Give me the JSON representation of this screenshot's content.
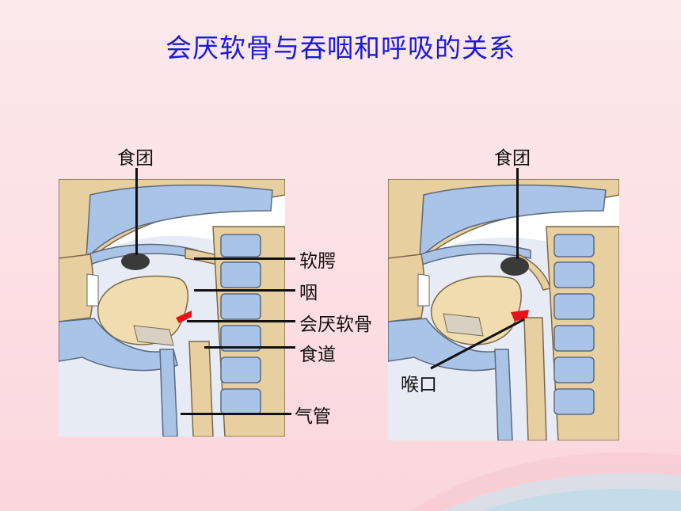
{
  "title": "会厌软骨与吞咽和呼吸的关系",
  "left_diagram": {
    "labels": {
      "food_bolus": "食团",
      "soft_palate": "软腭",
      "pharynx": "咽",
      "epiglottis": "会厌软骨",
      "esophagus": "食道",
      "trachea": "气管"
    }
  },
  "right_diagram": {
    "labels": {
      "food_bolus": "食团",
      "larynx_opening": "喉口"
    }
  },
  "colors": {
    "title": "#1a1adc",
    "tissue": "#e8cf9f",
    "tongue": "#f0dcae",
    "bone": "#a9c4e6",
    "cavity": "#e6ebf5",
    "epiglottis": "#e8121b",
    "bolus": "#3a3a3a"
  }
}
